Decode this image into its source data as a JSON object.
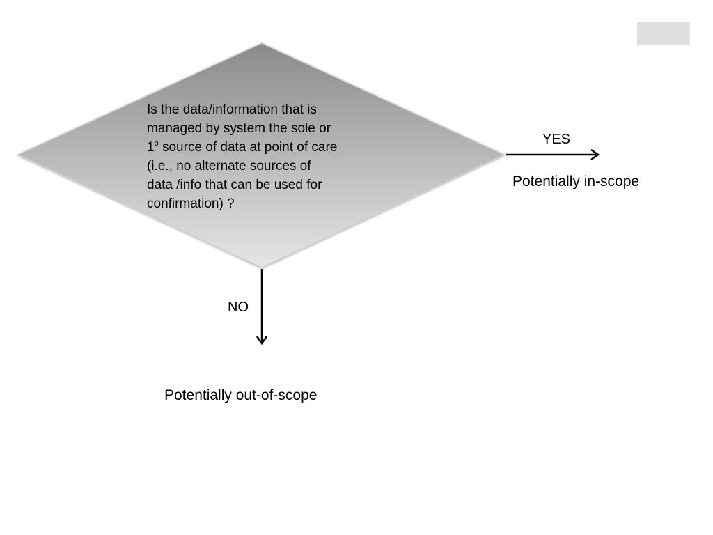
{
  "decision": {
    "lines": [
      "Is the data/information that is",
      "managed by system the sole or",
      "1",
      "o",
      " source of data at point of care",
      "(i.e., no alternate sources of",
      "data /info that can be used for",
      "confirmation) ?"
    ]
  },
  "branches": {
    "yes": {
      "label": "YES",
      "outcome": "Potentially in-scope"
    },
    "no": {
      "label": "NO",
      "outcome": "Potentially out-of-scope"
    }
  },
  "colors": {
    "diamond_top": "#8a8a8a",
    "diamond_bottom": "#e6e6e6",
    "arrow": "#000000",
    "badge": "#e0e0e0"
  }
}
